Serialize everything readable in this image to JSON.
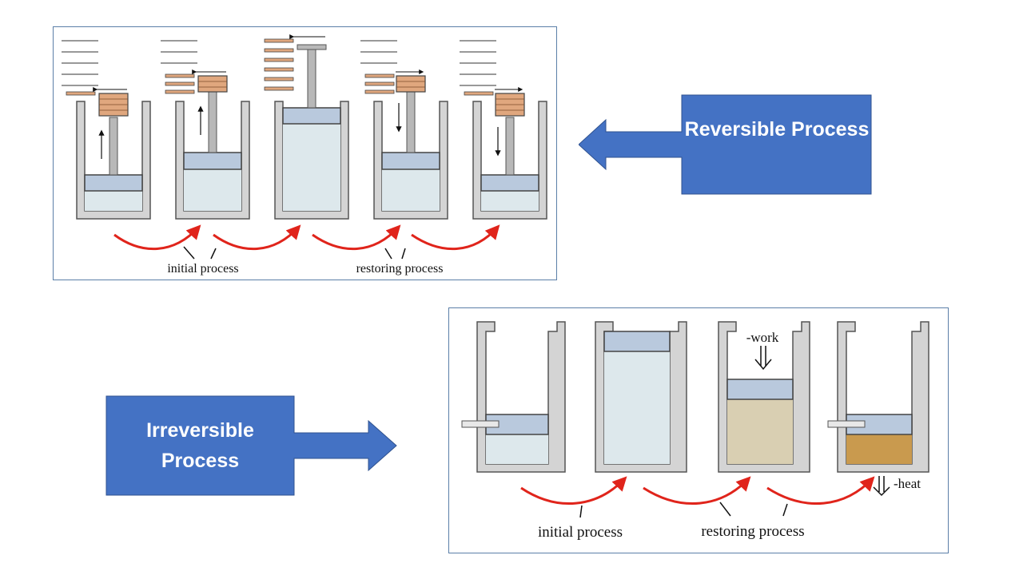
{
  "reversible": {
    "callout_label": "Reversible Process",
    "initial_label": "initial process",
    "restoring_label": "restoring process"
  },
  "irreversible": {
    "callout_label": "Irreversible Process",
    "initial_label": "initial process",
    "restoring_label": "restoring process",
    "work_label": "-work",
    "heat_label": "-heat"
  },
  "colors": {
    "callout_fill": "#4472c4",
    "callout_border": "#2f528f",
    "panel_border": "#5b7fa8",
    "cylinder_wall": "#d4d4d4",
    "cylinder_outline": "#555555",
    "gas_fill": "#dde8ec",
    "piston_fill": "#b9c9dd",
    "weight_fill": "#e0a77e",
    "curve_red": "#e0241b",
    "warm_gas": "#d9cfb2",
    "hot_gas": "#c99a4e"
  }
}
